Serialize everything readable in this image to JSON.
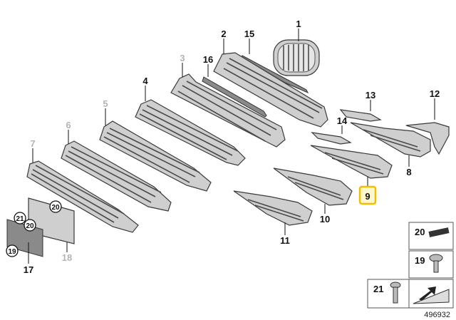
{
  "diagram": {
    "doc_number": "496932",
    "callouts": {
      "c1": "1",
      "c2": "2",
      "c3": "3",
      "c4": "4",
      "c5": "5",
      "c6": "6",
      "c7": "7",
      "c8": "8",
      "c9": "9",
      "c10": "10",
      "c11": "11",
      "c12": "12",
      "c13": "13",
      "c14": "14",
      "c15": "15",
      "c16": "16",
      "c17": "17",
      "c18": "18",
      "c19": "19",
      "c20": "20",
      "c21": "21"
    },
    "inactive_callouts": [
      "3",
      "5",
      "6",
      "7",
      "18"
    ],
    "highlighted_callout": "9",
    "highlight_color": "#f0c000",
    "legend": [
      {
        "label": "20"
      },
      {
        "label": "19"
      },
      {
        "label": "21"
      }
    ]
  }
}
